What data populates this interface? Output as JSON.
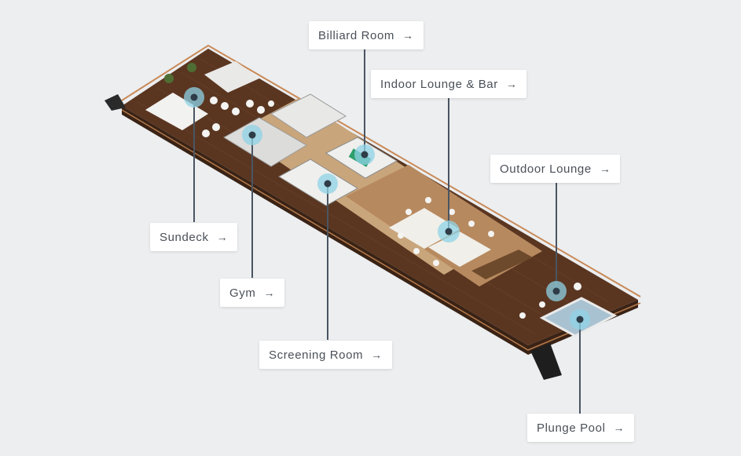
{
  "colors": {
    "background": "#eceef0",
    "deck": "#5a3621",
    "floor": "#c7a37a",
    "leader": "#4a5562",
    "hotspot": "#8fd3e6",
    "label_text": "#4a5058"
  },
  "arrow_glyph": "→",
  "amenities": [
    {
      "id": "billiard-room",
      "label": "Billiard Room"
    },
    {
      "id": "indoor-lounge-bar",
      "label": "Indoor Lounge & Bar"
    },
    {
      "id": "outdoor-lounge",
      "label": "Outdoor Lounge"
    },
    {
      "id": "sundeck",
      "label": "Sundeck"
    },
    {
      "id": "gym",
      "label": "Gym"
    },
    {
      "id": "screening-room",
      "label": "Screening Room"
    },
    {
      "id": "plunge-pool",
      "label": "Plunge Pool"
    }
  ]
}
